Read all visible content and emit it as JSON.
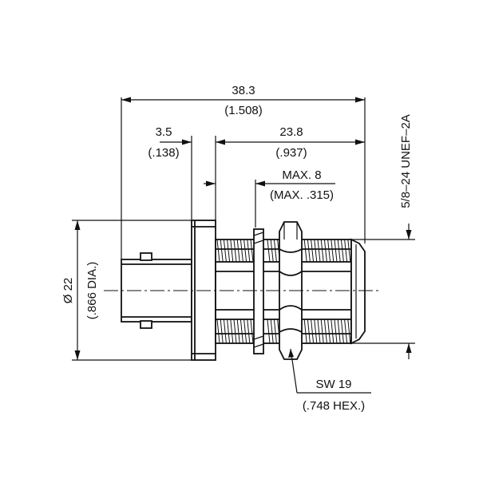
{
  "dimensions": {
    "overall_length": {
      "value": "38.3",
      "inch": "(1.508)"
    },
    "flange_thickness": {
      "value": "3.5",
      "inch": "(.138)"
    },
    "thread_length": {
      "value": "23.8",
      "inch": "(.937)"
    },
    "panel_thickness": {
      "value": "MAX. 8",
      "inch": "(MAX. .315)"
    },
    "flange_diameter": {
      "value": "Ø 22",
      "inch": "(.866 DIA.)"
    },
    "thread_spec": {
      "value": "5/8–24 UNEF–2A"
    },
    "hex_nut": {
      "value": "SW 19",
      "inch": "(.748 HEX.)"
    }
  },
  "colors": {
    "line": "#111111",
    "background": "#ffffff"
  }
}
